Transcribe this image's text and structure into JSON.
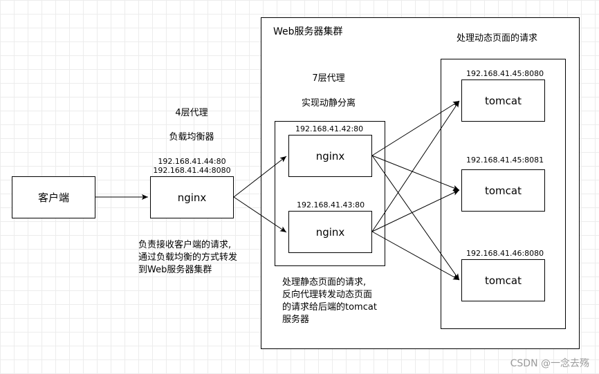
{
  "cluster": {
    "title": "Web服务器集群",
    "layer7_title": "7层代理",
    "layer7_subtitle": "实现动静分离",
    "dynamic_title": "处理动态页面的请求",
    "static_note": [
      "处理静态页面的请求,",
      "反向代理转发动态页面",
      "的请求给后端的tomcat",
      "服务器"
    ]
  },
  "client": {
    "label": "客户端"
  },
  "lb": {
    "title": "4层代理",
    "subtitle": "负载均衡器",
    "ip1": "192.168.41.44:80",
    "ip2": "192.168.41.44:8080",
    "label": "nginx",
    "note": [
      "负责接收客户端的请求,",
      "通过负载均衡的方式转发",
      "到Web服务器集群"
    ]
  },
  "nginx_servers": [
    {
      "ip": "192.168.41.42:80",
      "label": "nginx"
    },
    {
      "ip": "192.168.41.43:80",
      "label": "nginx"
    }
  ],
  "tomcats": [
    {
      "ip": "192.168.41.45:8080",
      "label": "tomcat"
    },
    {
      "ip": "192.168.41.45:8081",
      "label": "tomcat"
    },
    {
      "ip": "192.168.41.46:8080",
      "label": "tomcat"
    }
  ],
  "watermark": "CSDN @一念去殇",
  "colors": {
    "stroke": "#000000",
    "grid": "#ececec",
    "watermark": "#9a9a9a"
  }
}
